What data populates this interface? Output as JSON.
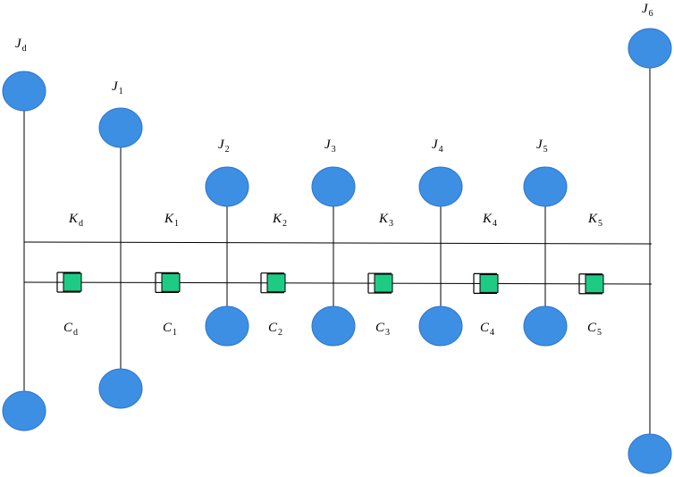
{
  "colors": {
    "disk_fill": "#3d8fe4",
    "damper_fill": "#1ecb85",
    "line": "#000000"
  },
  "inertias": [
    {
      "id": "Jd",
      "letter": "J",
      "sub": "d"
    },
    {
      "id": "J1",
      "letter": "J",
      "sub": "1"
    },
    {
      "id": "J2",
      "letter": "J",
      "sub": "2"
    },
    {
      "id": "J3",
      "letter": "J",
      "sub": "3"
    },
    {
      "id": "J4",
      "letter": "J",
      "sub": "4"
    },
    {
      "id": "J5",
      "letter": "J",
      "sub": "5"
    },
    {
      "id": "J6",
      "letter": "J",
      "sub": "6"
    }
  ],
  "springs": [
    {
      "id": "Kd",
      "letter": "K",
      "sub": "d"
    },
    {
      "id": "K1",
      "letter": "K",
      "sub": "1"
    },
    {
      "id": "K2",
      "letter": "K",
      "sub": "2"
    },
    {
      "id": "K3",
      "letter": "K",
      "sub": "3"
    },
    {
      "id": "K4",
      "letter": "K",
      "sub": "4"
    },
    {
      "id": "K5",
      "letter": "K",
      "sub": "5"
    }
  ],
  "dampers": [
    {
      "id": "Cd",
      "letter": "C",
      "sub": "d"
    },
    {
      "id": "C1",
      "letter": "C",
      "sub": "1"
    },
    {
      "id": "C2",
      "letter": "C",
      "sub": "2"
    },
    {
      "id": "C3",
      "letter": "C",
      "sub": "3"
    },
    {
      "id": "C4",
      "letter": "C",
      "sub": "4"
    },
    {
      "id": "C5",
      "letter": "C",
      "sub": "5"
    }
  ]
}
